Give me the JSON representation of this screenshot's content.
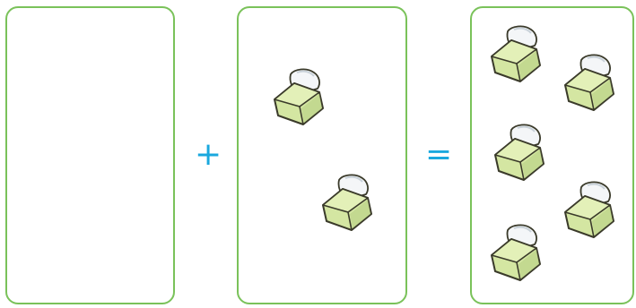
{
  "equation": {
    "left_card": {
      "eraser_count": 0
    },
    "operator": "+",
    "middle_card": {
      "eraser_count": 2
    },
    "equals": "=",
    "right_card": {
      "eraser_count": 5
    }
  },
  "colors": {
    "card_border": "#7ac25a",
    "operator": "#1aa8de",
    "eraser_body": "#d4e6a2",
    "eraser_top": "#e3f0b8",
    "eraser_sleeve": "#f4f6f8",
    "eraser_outline": "#3a3a2a"
  },
  "icons": [
    "eraser-icon"
  ]
}
